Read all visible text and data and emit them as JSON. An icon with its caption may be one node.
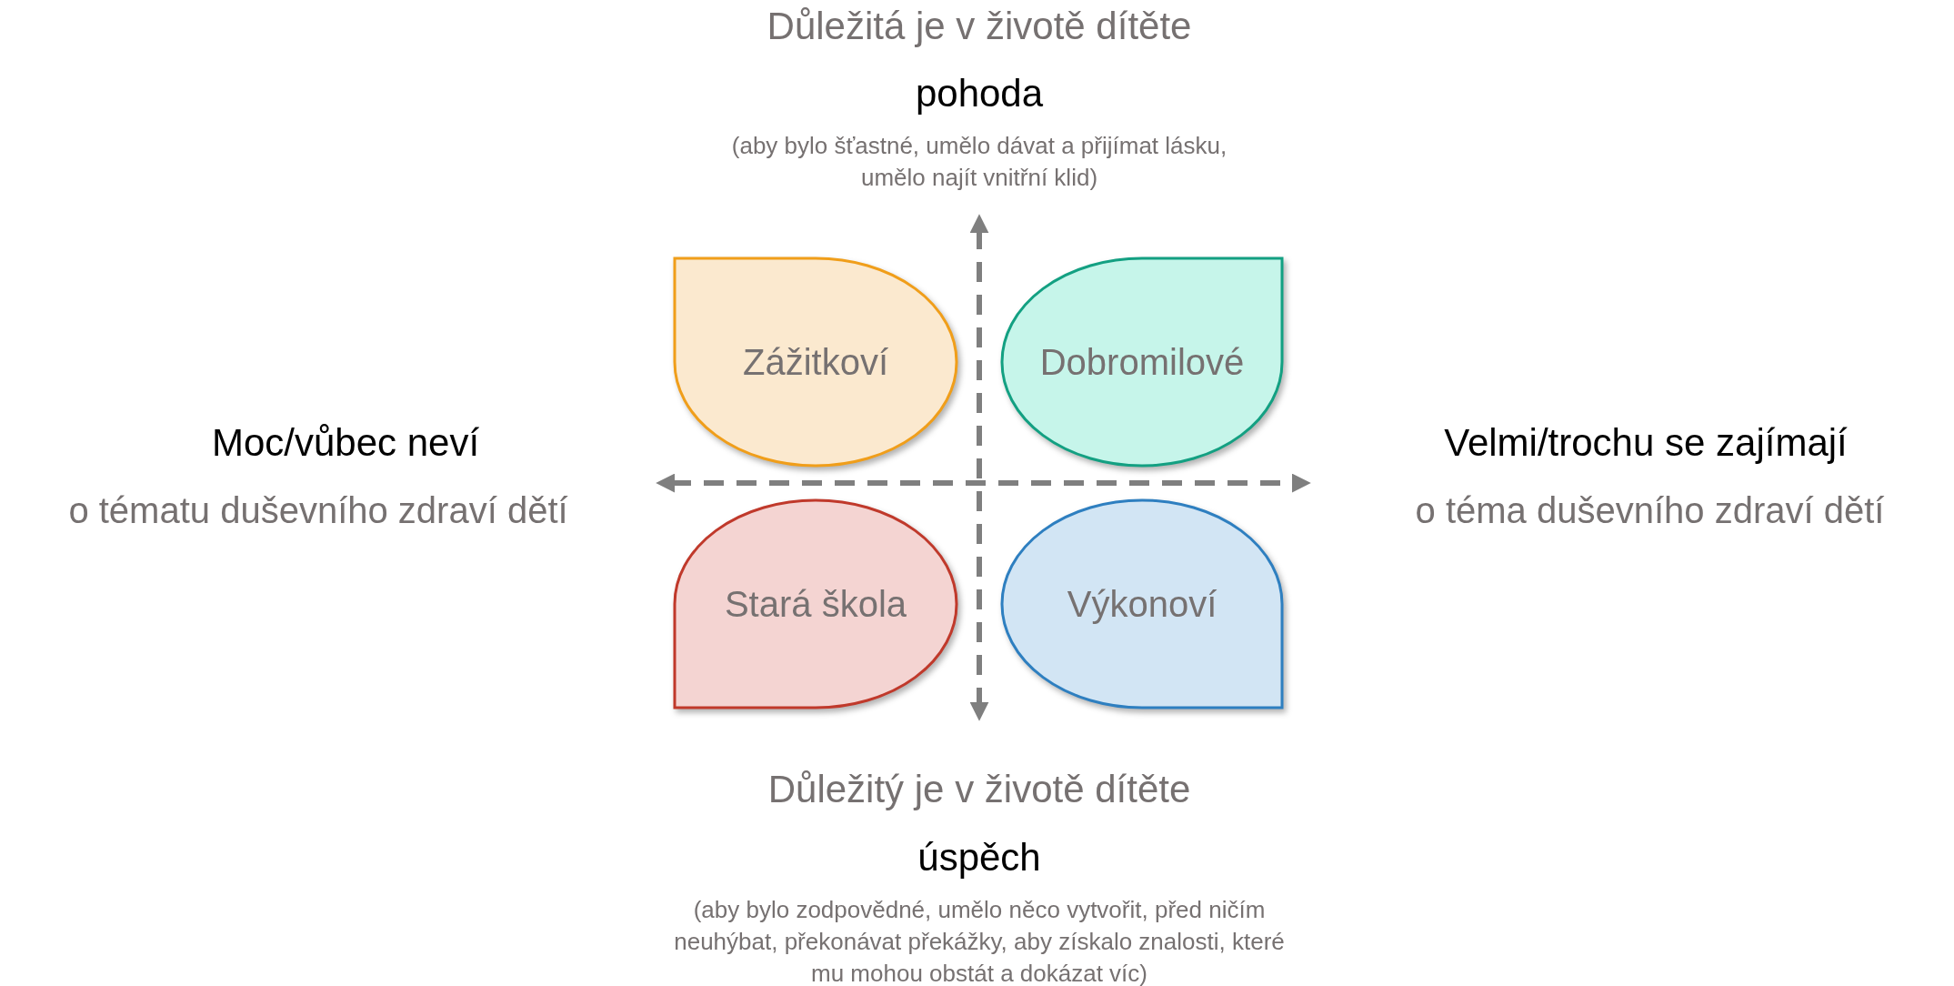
{
  "diagram": {
    "nodes": [
      {
        "text": [
          "Zážitkoví"
        ]
      },
      {
        "text": [
          "Dobromilové"
        ]
      },
      {
        "text": [
          "Stará škola"
        ]
      },
      {
        "text": [
          "Výkonoví"
        ]
      }
    ],
    "edges": [],
    "labels": [
      "Důležitá je v životě dítěte",
      "pohoda",
      "(aby bylo šťastné, umělo dávat a přijímat lásku, umělo najít vnitřní klid)",
      "Moc/vůbec neví",
      "o tématu duševního zdraví dětí",
      "Velmi/trochu se zajímají",
      "o téma duševního zdraví dětí",
      "Důležitý je v životě dítěte",
      "úspěch",
      "(aby bylo zodpovědné, umělo něco vytvořit, před ničím neuhýbat, překonávat překážky, aby získalo znalosti, které mu mohou obstát a dokázat víc)"
    ]
  }
}
